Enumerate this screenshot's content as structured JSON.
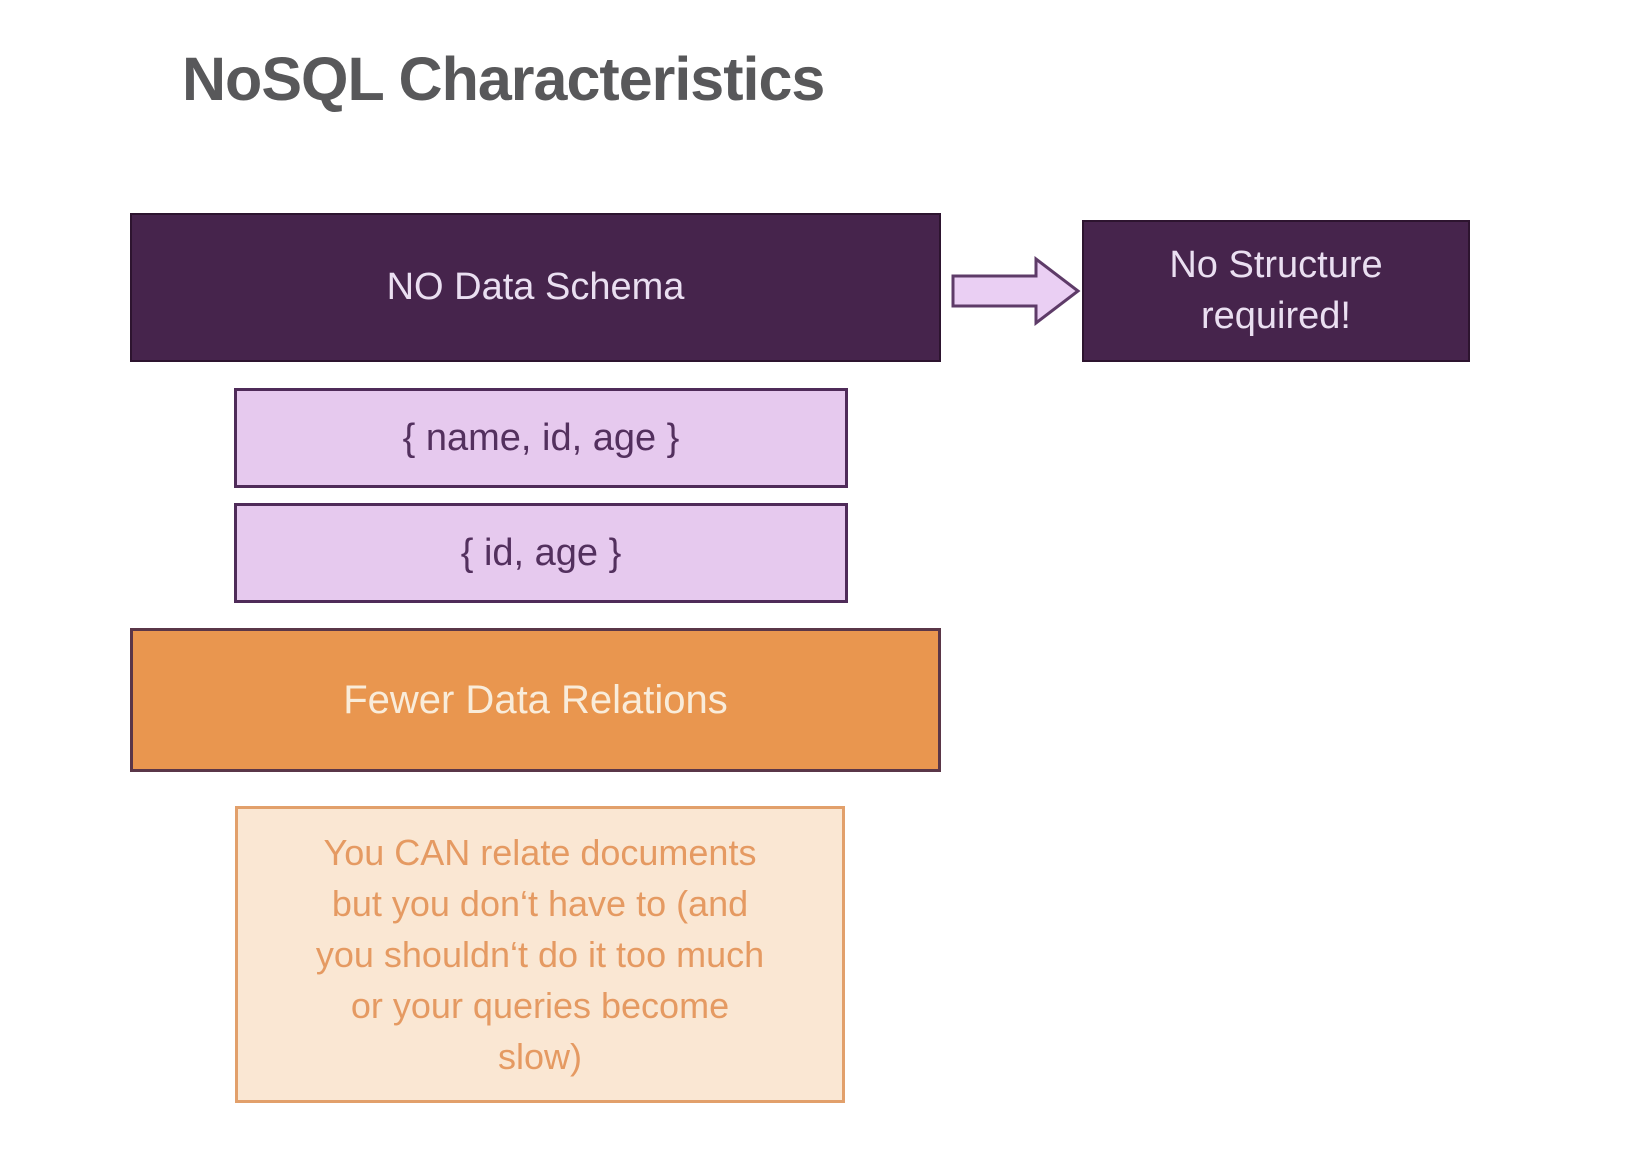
{
  "slide": {
    "title": "NoSQL Characteristics"
  },
  "diagram": {
    "no_data_schema": {
      "label": "NO Data Schema"
    },
    "no_structure": {
      "lines": [
        "No Structure",
        "required!"
      ]
    },
    "schema_example_full": {
      "label": "{ name, id, age }"
    },
    "schema_example_partial": {
      "label": "{ id, age }"
    },
    "fewer_relations": {
      "label": "Fewer Data Relations"
    },
    "relations_note": {
      "lines": [
        "You CAN relate documents",
        "but you don‘t have to (and",
        "you shouldn‘t do it too much",
        "or your queries become",
        "slow)"
      ]
    }
  },
  "icons": {
    "arrow_right": "right-arrow"
  },
  "colors": {
    "title_gray": "#58585a",
    "dark_purple": "#46244c",
    "light_purple_fill": "#e6c9ee",
    "light_purple_border": "#4f2b59",
    "arrow_fill": "#eacff3",
    "arrow_stroke": "#5e3b68",
    "orange_fill": "#e9964f",
    "orange_border": "#5a3648",
    "peach_fill": "#fae7d3",
    "peach_border": "#e2a06b",
    "peach_text": "#e59a62"
  }
}
